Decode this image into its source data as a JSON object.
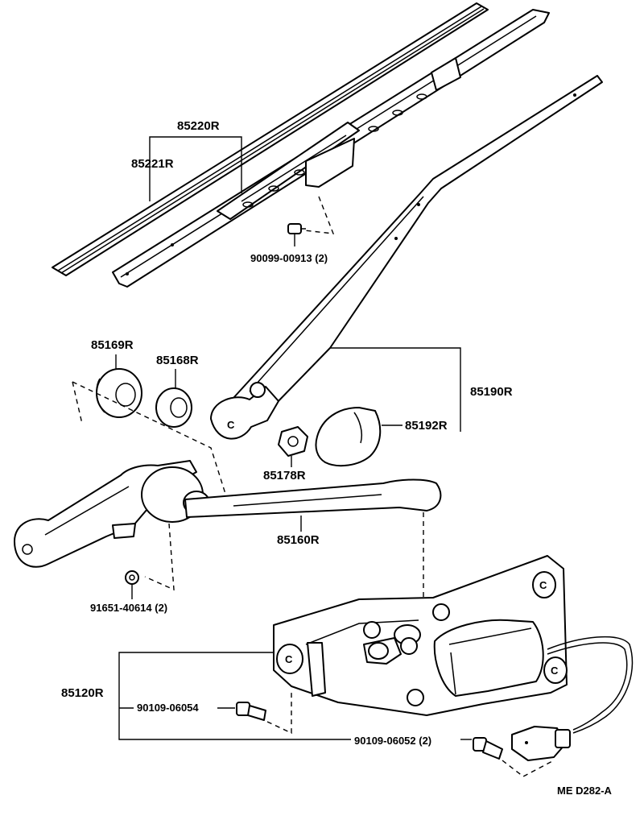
{
  "diagram_code": "ME  D282-A",
  "parts": {
    "blade_assembly": "85220R",
    "blade_insert": "85221R",
    "bolt_small": "90099-00913 (2)",
    "cap": "85169R",
    "seal": "85168R",
    "wiper_arm": "85190R",
    "arm_cover": "85192R",
    "nut": "85178R",
    "link_rod": "85160R",
    "washer_nut": "91651-40614 (2)",
    "motor_assembly": "85120R",
    "bolt_a": "90109-06054",
    "bolt_b": "90109-06052 (2)"
  },
  "markers": {
    "c": "C"
  }
}
